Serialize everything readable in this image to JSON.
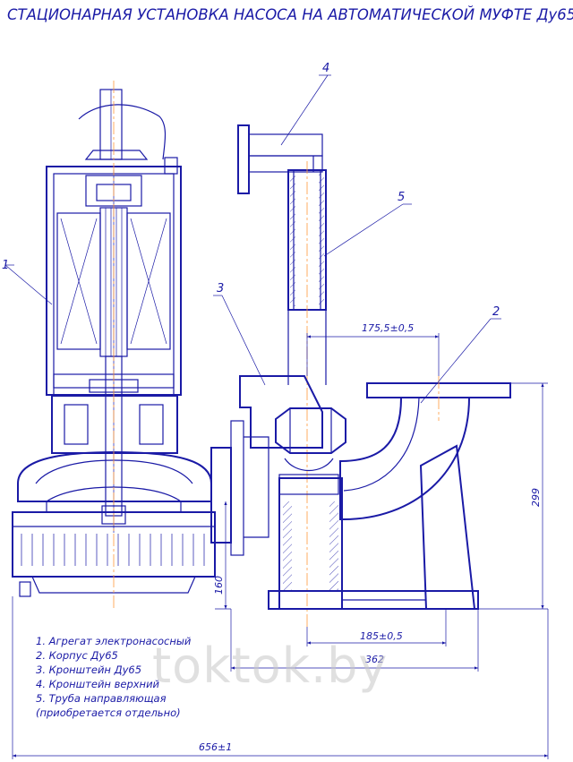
{
  "title": "СТАЦИОНАРНАЯ УСТАНОВКА НАСОСА НА АВТОМАТИЧЕСКОЙ МУФТЕ Ду65",
  "callouts": [
    "1",
    "2",
    "3",
    "4",
    "5"
  ],
  "legend": [
    "1. Агрегат электронасосный",
    "2. Корпус Ду65",
    "3. Кронштейн Ду65",
    "4. Кронштейн верхний",
    "5. Труба направляющая",
    "(приобретается отдельно)"
  ],
  "dimensions": {
    "top_offset": "175,5±0,5",
    "height": "299",
    "pump_height": "160",
    "base_offset": "185±0,5",
    "base_width": "362",
    "overall_width": "656±1"
  },
  "watermark": "toktok.by",
  "colors": {
    "line": "#1a1aa6",
    "centerline": "#ff9a3c",
    "watermark": "#c8c8c8"
  }
}
